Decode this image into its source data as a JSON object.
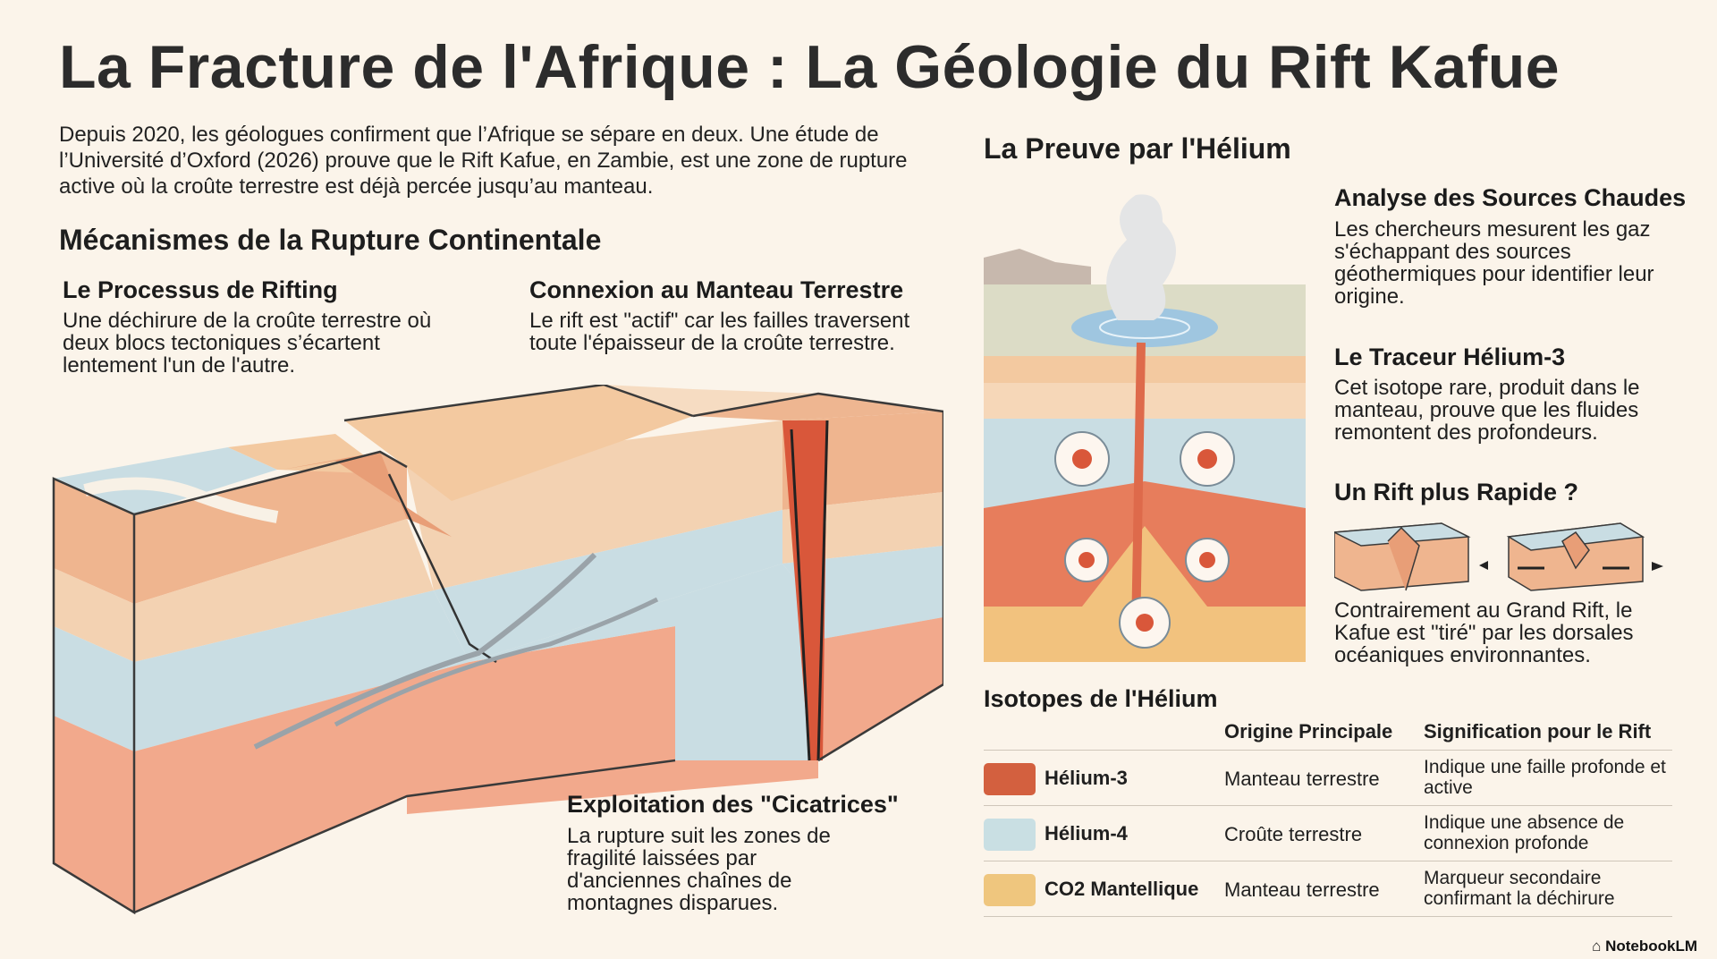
{
  "title": "La Fracture de l'Afrique : La Géologie du Rift Kafue",
  "intro": "Depuis 2020, les géologues confirment que l’Afrique se sépare en deux. Une étude de l’Université d’Oxford (2026) prouve que le Rift Kafue, en Zambie, est une zone de rupture active où la croûte terrestre est déjà percée jusqu’au manteau.",
  "mechanisms": {
    "heading": "Mécanismes de la Rupture Continentale",
    "rifting": {
      "title": "Le Processus de Rifting",
      "text": "Une déchirure de la croûte terrestre où deux blocs tectoniques s’écartent lentement l'un de l'autre."
    },
    "mantle": {
      "title": "Connexion au Manteau Terrestre",
      "text": "Le rift est \"actif\" car les failles traversent toute l'épaisseur de la croûte terrestre."
    },
    "scars": {
      "title": "Exploitation des \"Cicatrices\"",
      "text": "La rupture suit les zones de fragilité laissées par d'anciennes chaînes de montagnes disparues."
    }
  },
  "helium": {
    "heading": "La Preuve par l'Hélium",
    "springs": {
      "title": "Analyse des Sources Chaudes",
      "text": "Les chercheurs mesurent les gaz s'échappant des sources géothermiques pour identifier leur origine."
    },
    "tracer": {
      "title": "Le Traceur Hélium-3",
      "text": "Cet isotope rare, produit dans le manteau, prouve que les fluides remontent des profondeurs."
    },
    "faster": {
      "title": "Un Rift plus Rapide ?",
      "text": "Contrairement au Grand Rift, le Kafue est \"tiré\" par les dorsales océaniques environnantes."
    }
  },
  "isotopes": {
    "heading": "Isotopes de l'Hélium",
    "columns": [
      "Origine Principale",
      "Signification pour le Rift"
    ],
    "rows": [
      {
        "name": "Hélium-3",
        "origin": "Manteau terrestre",
        "meaning": "Indique une faille profonde et active",
        "color": "#d3603f"
      },
      {
        "name": "Hélium-4",
        "origin": "Croûte terrestre",
        "meaning": "Indique une absence de connexion profonde",
        "color": "#c9dfe3"
      },
      {
        "name": "CO2 Mantellique",
        "origin": "Manteau terrestre",
        "meaning": "Marqueur secondaire confirmant la déchirure",
        "color": "#efc67e"
      }
    ]
  },
  "brand": "NotebookLM",
  "colors": {
    "background": "#fbf4ea",
    "crust_light": "#f3c9a0",
    "crust_blue": "#c8dde3",
    "mantle": "#f2a58a",
    "magma": "#e46a49"
  }
}
